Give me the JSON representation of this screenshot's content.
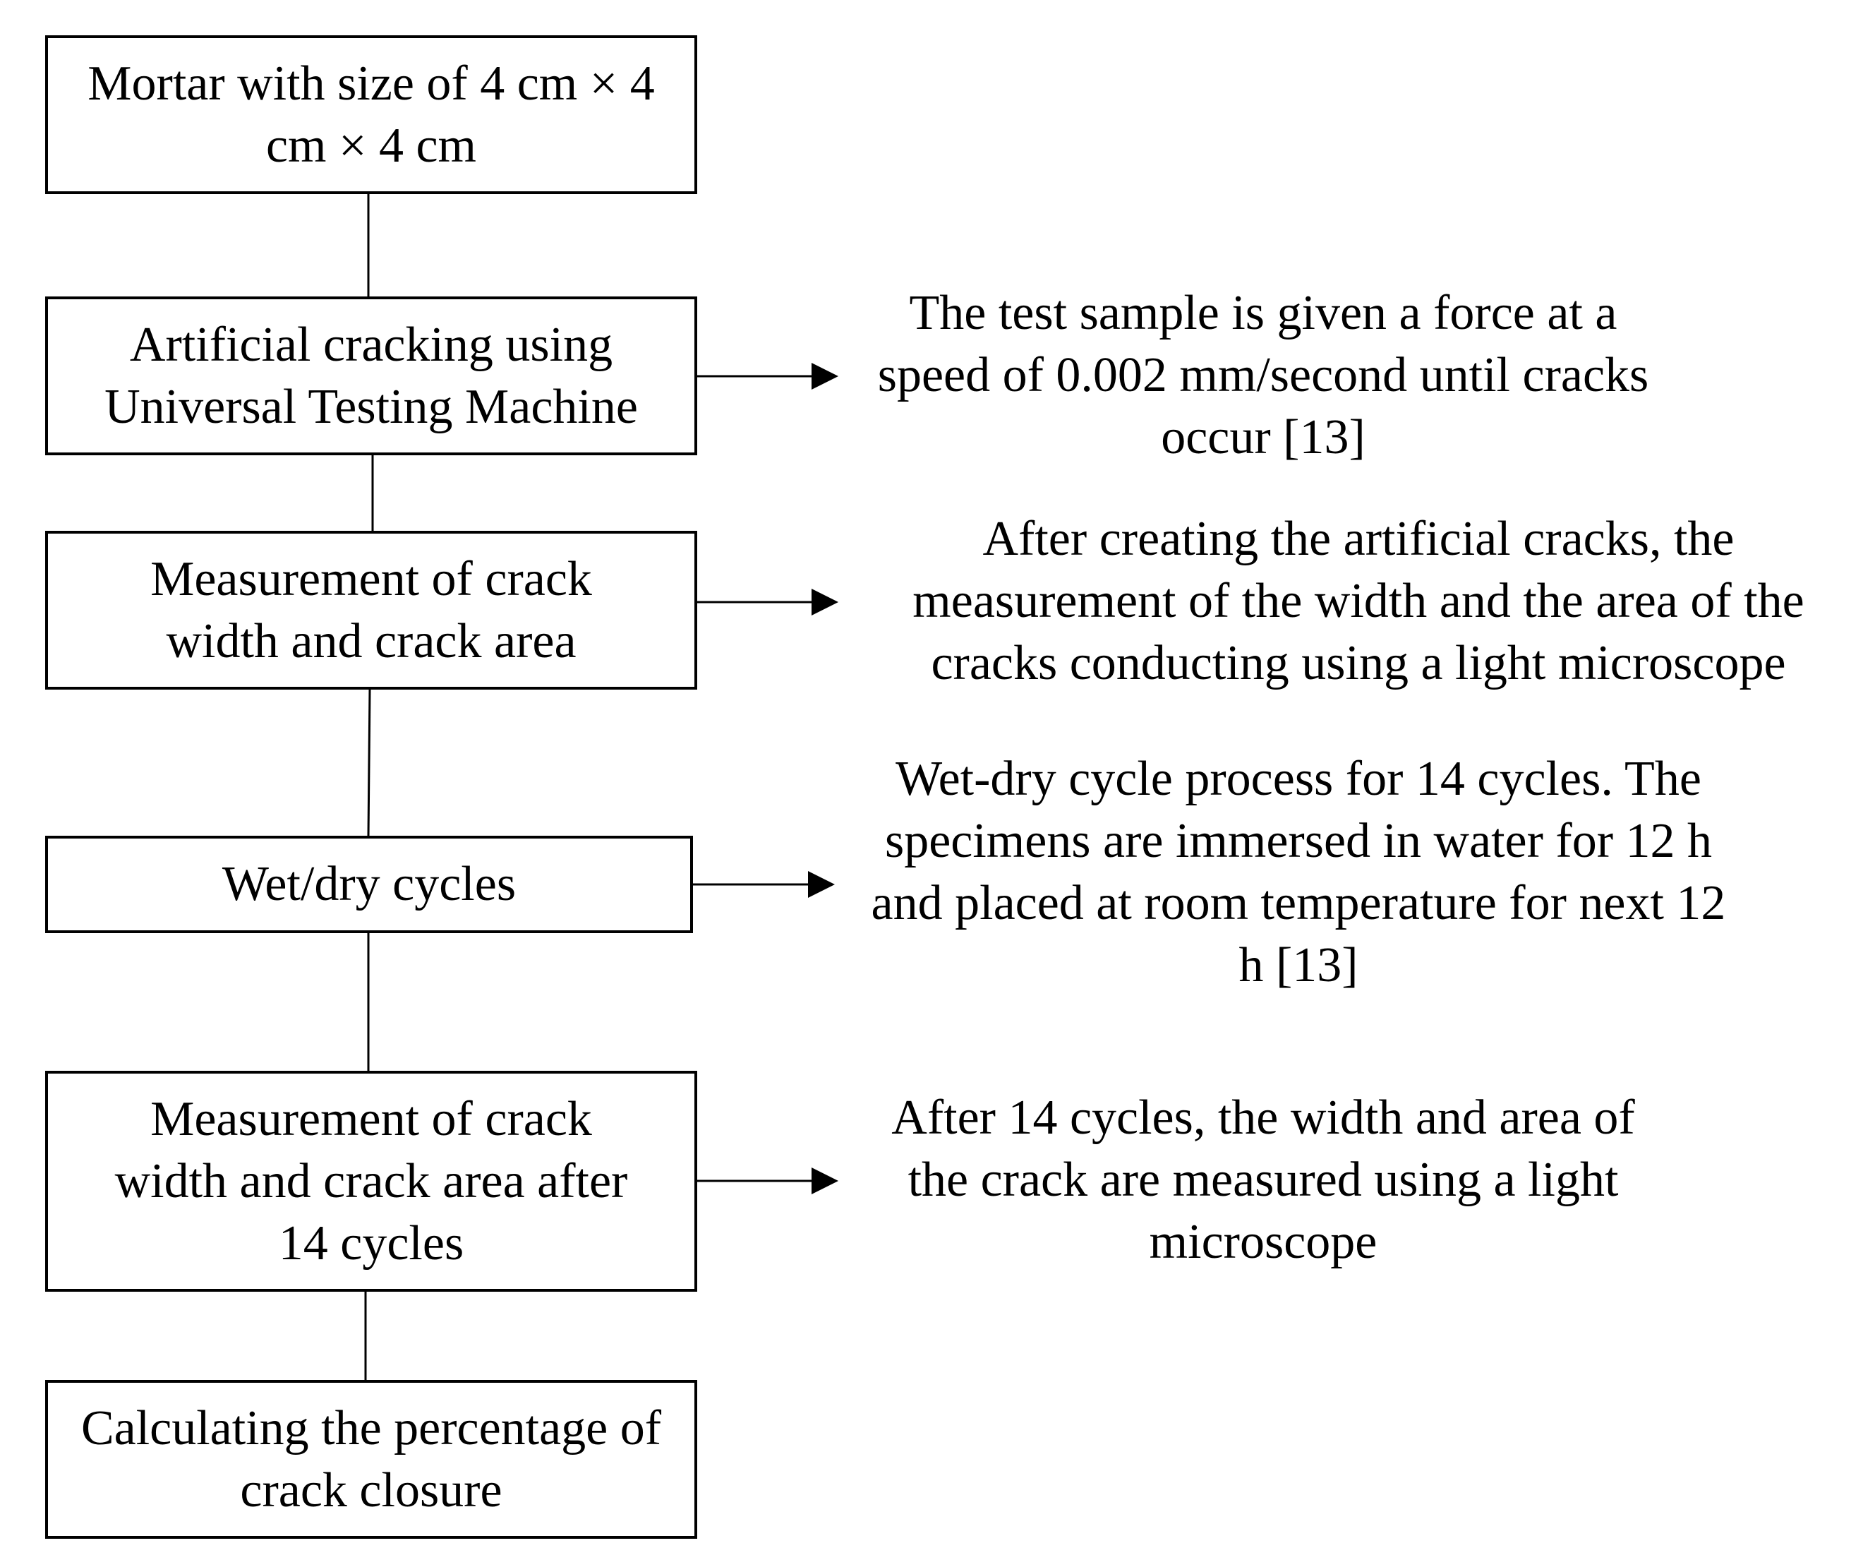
{
  "flowchart": {
    "steps": [
      {
        "label": "Mortar with size of 4 cm × 4 cm × 4 cm"
      },
      {
        "label": "Artificial cracking using Universal Testing Machine"
      },
      {
        "label": "Measurement of crack width and crack area"
      },
      {
        "label": "Wet/dry cycles"
      },
      {
        "label": "Measurement of crack width and crack area after 14 cycles"
      },
      {
        "label": "Calculating the percentage of crack closure"
      }
    ],
    "notes": [
      {
        "text": "The test sample is given a force at a speed of 0.002 mm/second until cracks occur [13]"
      },
      {
        "text": "After creating the artificial cracks, the measurement of the width and the area of the cracks conducting using a light microscope"
      },
      {
        "text": "Wet-dry cycle process for 14 cycles. The specimens are immersed in water for 12 h and placed at room temperature for next 12 h [13]"
      },
      {
        "text": "After 14 cycles, the width and area of the crack are measured using a light microscope"
      }
    ],
    "colors": {
      "stroke": "#000000",
      "background": "#ffffff"
    }
  }
}
